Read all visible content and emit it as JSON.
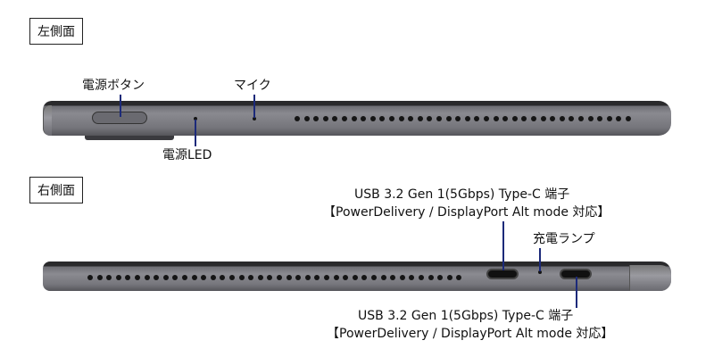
{
  "left_side": {
    "title": "左側面",
    "labels": {
      "power_button": "電源ボタン",
      "mic": "マイク",
      "power_led": "電源LED"
    }
  },
  "right_side": {
    "title": "右側面",
    "labels": {
      "usbc_top_line1": "USB 3.2 Gen 1(5Gbps) Type-C 端子",
      "usbc_top_line2": "【PowerDelivery / DisplayPort Alt mode 対応】",
      "charge_lamp": "充電ランプ",
      "usbc_bottom_line1": "USB 3.2 Gen 1(5Gbps) Type-C 端子",
      "usbc_bottom_line2": "【PowerDelivery / DisplayPort Alt mode 対応】"
    }
  },
  "colors": {
    "leader": "#1c2a7a",
    "body": "#7a7a80"
  }
}
